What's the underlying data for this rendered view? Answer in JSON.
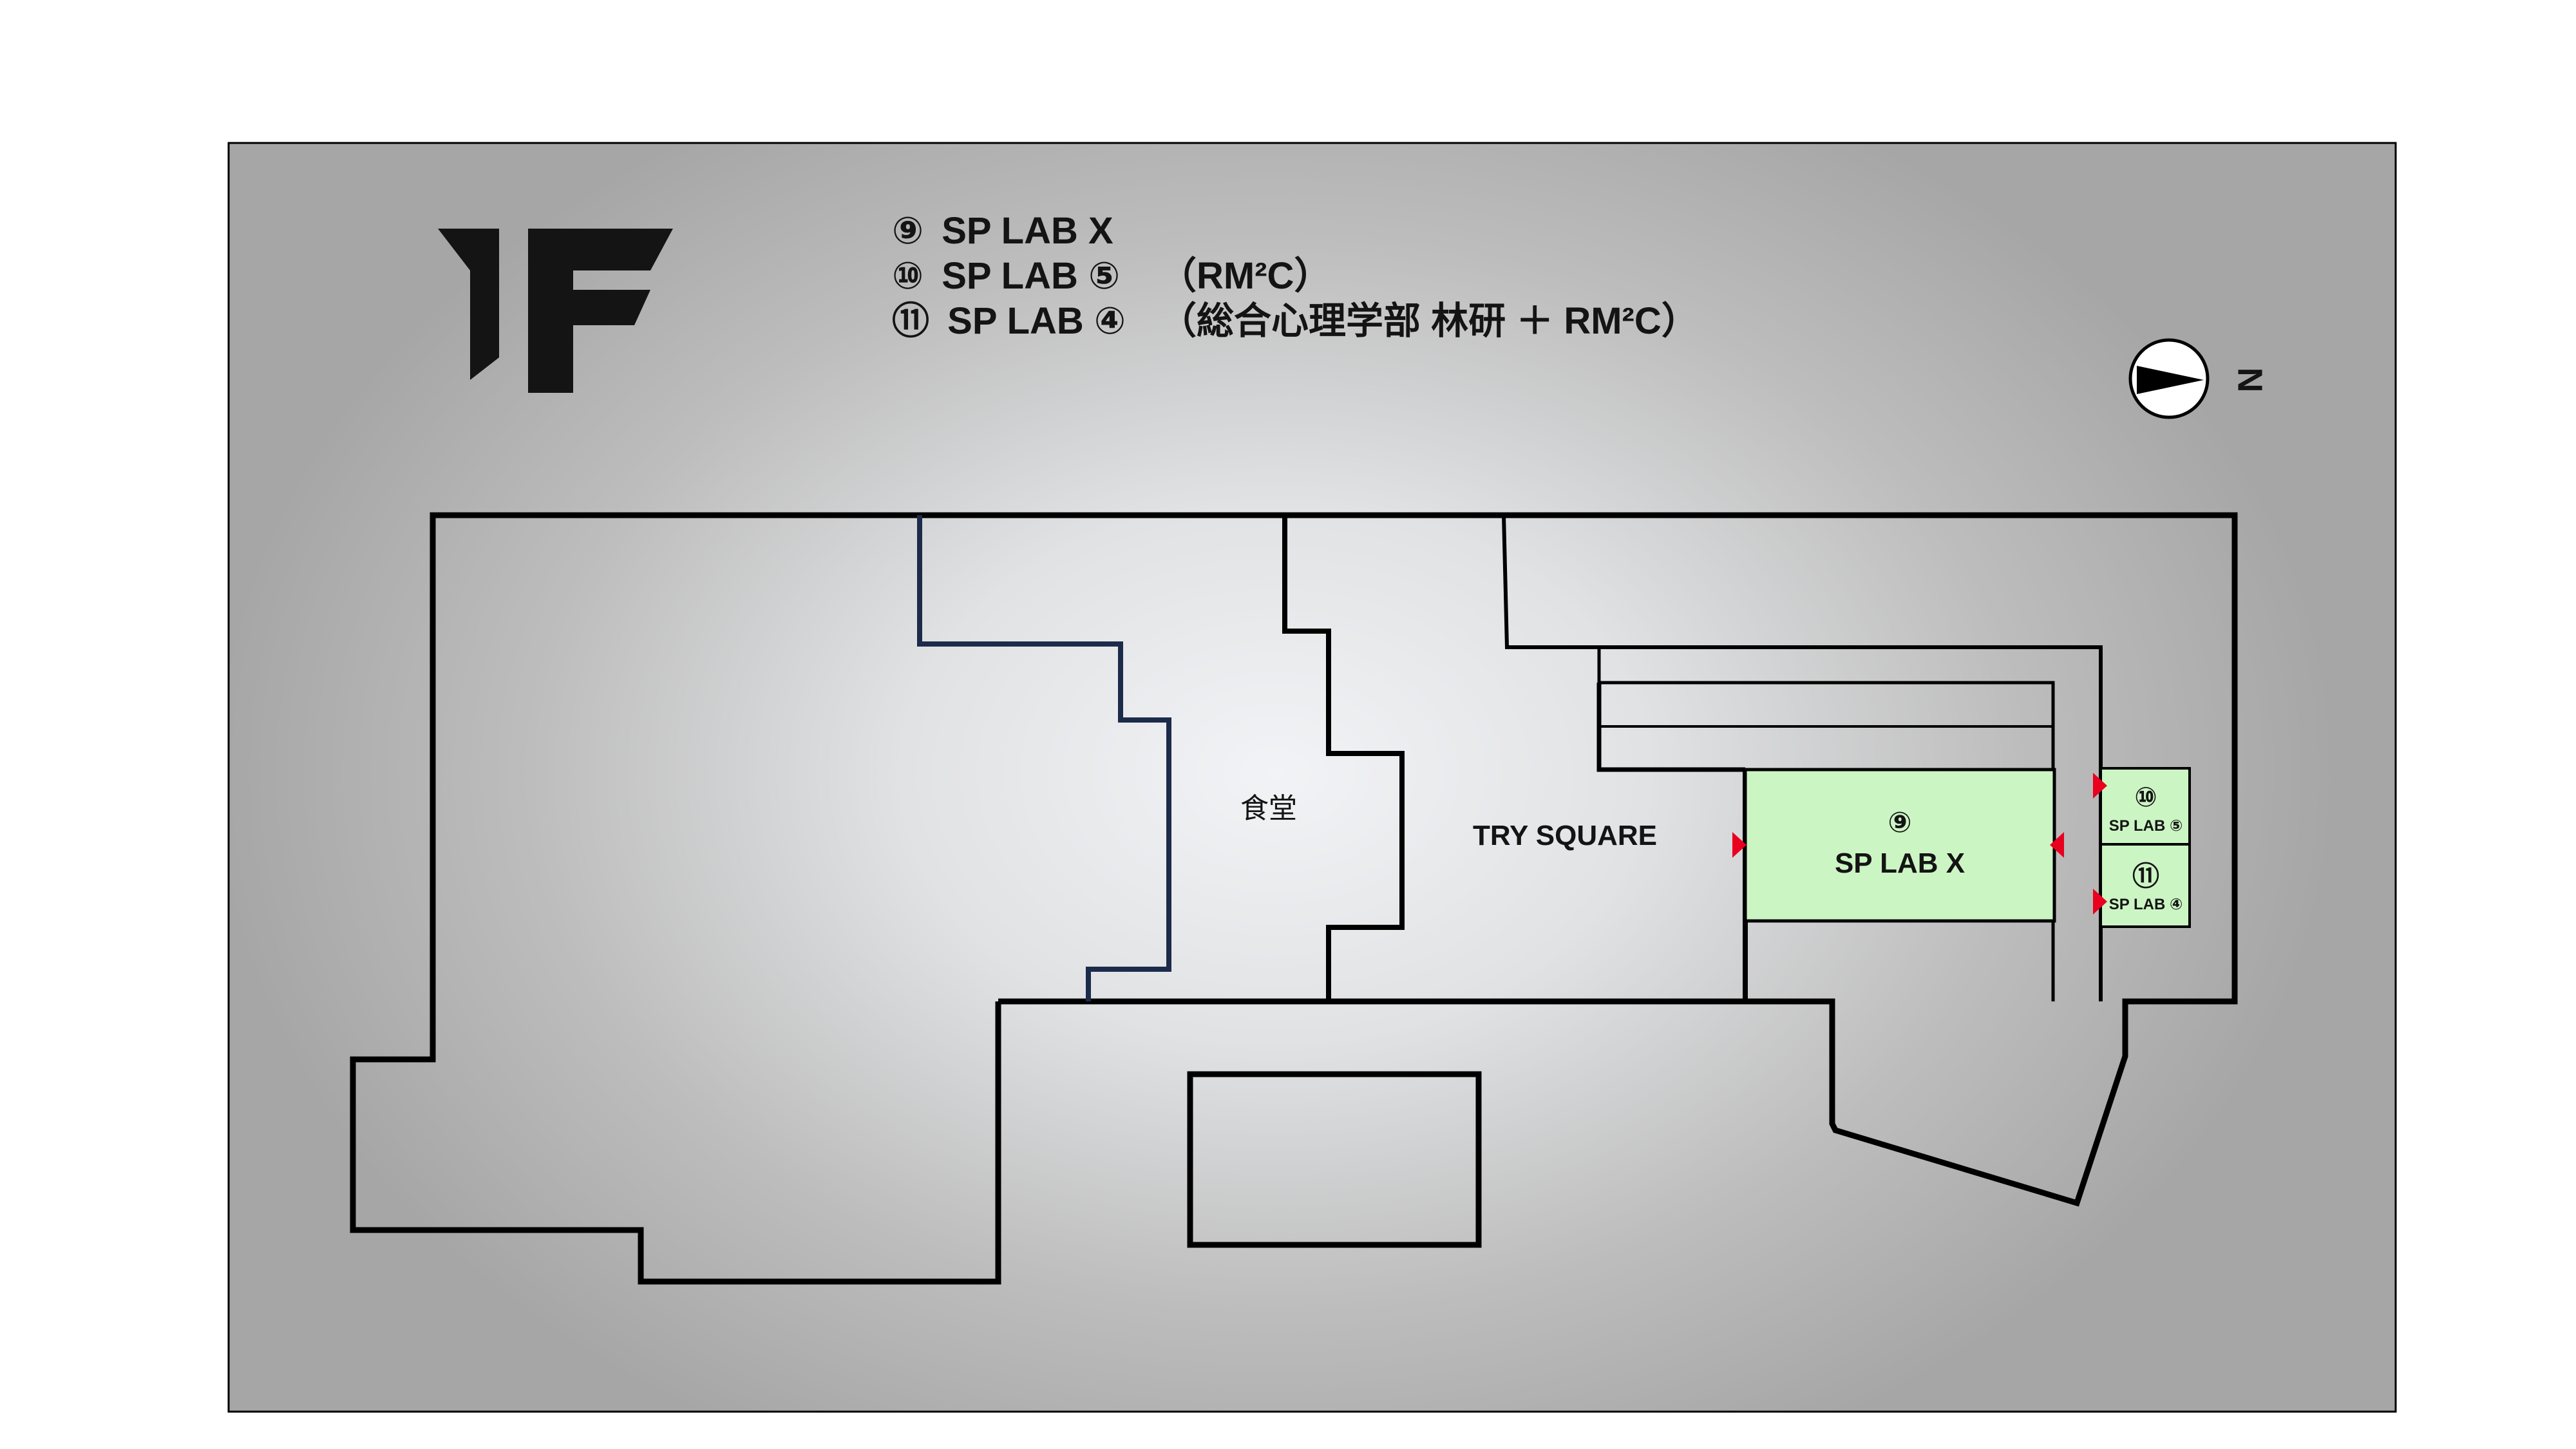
{
  "floor": {
    "label": "1F"
  },
  "legend": [
    {
      "number": "⑨",
      "name": "SP LAB X",
      "note": ""
    },
    {
      "number": "⑩",
      "name": "SP LAB ⑤",
      "note": "（RM²C）"
    },
    {
      "number": "⑪",
      "name": "SP LAB ④",
      "note": "（総合心理学部 林研 ＋ RM²C）"
    }
  ],
  "compass": {
    "label": "N"
  },
  "areas": {
    "cafeteria": "食堂",
    "try_square": "TRY SQUARE",
    "lab9_number": "⑨",
    "lab9_name": "SP LAB X",
    "lab10_number": "⑩",
    "lab10_name": "SP LAB ⑤",
    "lab11_number": "⑪",
    "lab11_name": "SP LAB ④"
  },
  "colors": {
    "background_gray": "#a6a6a6",
    "glow": "#f2f3f6",
    "lab_fill": "#ccf5c4",
    "entrance_marker": "#e8001e",
    "wall": "#000000",
    "cafeteria_border": "#1d2b4a"
  }
}
